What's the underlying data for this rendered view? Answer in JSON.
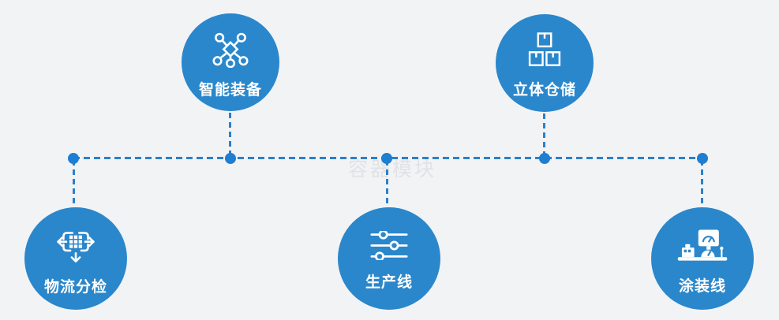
{
  "watermark": "容器模块",
  "colors": {
    "background": "#f2f3f5",
    "circle": "#2b87cb",
    "line": "#2c80c9",
    "dot": "#1e7ed2",
    "icon": "#ffffff",
    "label": "#ffffff",
    "watermark": "#e0e2e6"
  },
  "nodes": [
    {
      "label": "智能装备",
      "icon": "network-nodes-icon",
      "position": "top-left"
    },
    {
      "label": "立体仓储",
      "icon": "stacked-boxes-icon",
      "position": "top-right"
    },
    {
      "label": "物流分检",
      "icon": "sort-distribute-icon",
      "position": "bottom-left"
    },
    {
      "label": "生产线",
      "icon": "sliders-icon",
      "position": "bottom-center"
    },
    {
      "label": "涂装线",
      "icon": "console-machine-icon",
      "position": "bottom-right"
    }
  ]
}
